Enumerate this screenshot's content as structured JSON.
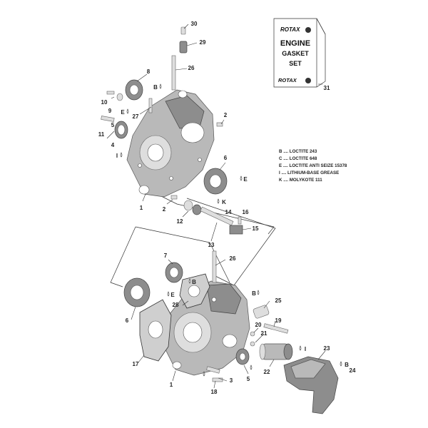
{
  "card": {
    "brand_top": "ROTAX",
    "line1": "ENGINE",
    "line2": "GASKET",
    "line3": "SET",
    "brand_bottom": "ROTAX"
  },
  "legend": [
    {
      "code": "B",
      "text": "B .... LOCTITE 243"
    },
    {
      "code": "C",
      "text": "C .... LOCTITE 648"
    },
    {
      "code": "E",
      "text": "E .... LOCTITE ANTI SEIZE 15378"
    },
    {
      "code": "I",
      "text": "I .... LITHIUM-BASE GREASE"
    },
    {
      "code": "K",
      "text": "K .... MOLYKOTE 111"
    }
  ],
  "callouts": {
    "c30": "30",
    "c29": "29",
    "c26a": "26",
    "c8": "8",
    "b_upper": "B",
    "c10": "10",
    "c9": "9",
    "e_upper": "E",
    "c27": "27",
    "c2a": "2",
    "c11": "11",
    "c5": "5",
    "c4": "4",
    "i_upper": "I",
    "c6a": "6",
    "e_bearing": "E",
    "c1a": "1",
    "c2b": "2",
    "k_mark": "K",
    "c14": "14",
    "c16": "16",
    "c12": "12",
    "c15": "15",
    "c13": "13",
    "c26b": "26",
    "c7": "7",
    "b_gasket": "B",
    "e_lower": "E",
    "c28": "28",
    "c6b": "6",
    "b_case": "B",
    "c25": "25",
    "c19": "19",
    "c20": "20",
    "c21": "21",
    "i_starter": "I",
    "c23": "23",
    "c17": "17",
    "c1b": "1",
    "c3": "3",
    "c5b": "5",
    "c22": "22",
    "b_screw": "B",
    "c24": "24",
    "c18": "18",
    "c31": "31"
  }
}
